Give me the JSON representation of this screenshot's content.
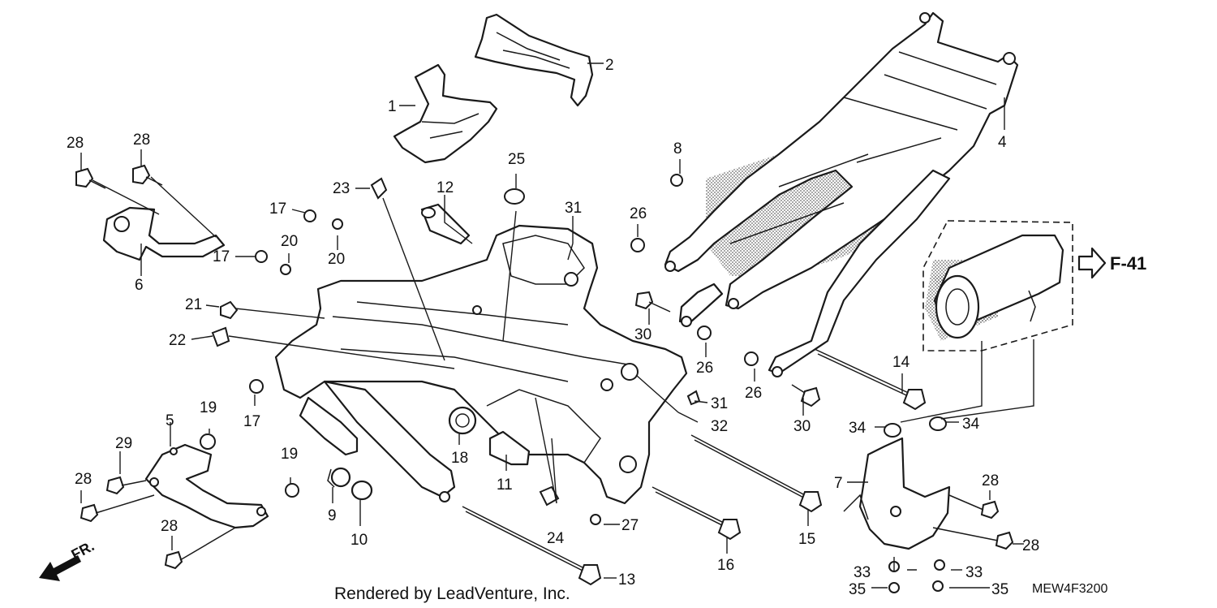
{
  "callouts": [
    {
      "id": "c1",
      "label": "1"
    },
    {
      "id": "c2",
      "label": "2"
    },
    {
      "id": "c4",
      "label": "4"
    },
    {
      "id": "c5",
      "label": "5"
    },
    {
      "id": "c6",
      "label": "6"
    },
    {
      "id": "c7",
      "label": "7"
    },
    {
      "id": "c8",
      "label": "8"
    },
    {
      "id": "c9",
      "label": "9"
    },
    {
      "id": "c10",
      "label": "10"
    },
    {
      "id": "c11",
      "label": "11"
    },
    {
      "id": "c12",
      "label": "12"
    },
    {
      "id": "c13",
      "label": "13"
    },
    {
      "id": "c14",
      "label": "14"
    },
    {
      "id": "c15",
      "label": "15"
    },
    {
      "id": "c16",
      "label": "16"
    },
    {
      "id": "c17a",
      "label": "17"
    },
    {
      "id": "c17b",
      "label": "17"
    },
    {
      "id": "c17c",
      "label": "17"
    },
    {
      "id": "c18",
      "label": "18"
    },
    {
      "id": "c19a",
      "label": "19"
    },
    {
      "id": "c19b",
      "label": "19"
    },
    {
      "id": "c20a",
      "label": "20"
    },
    {
      "id": "c20b",
      "label": "20"
    },
    {
      "id": "c21",
      "label": "21"
    },
    {
      "id": "c22",
      "label": "22"
    },
    {
      "id": "c23",
      "label": "23"
    },
    {
      "id": "c24",
      "label": "24"
    },
    {
      "id": "c25",
      "label": "25"
    },
    {
      "id": "c26a",
      "label": "26"
    },
    {
      "id": "c26b",
      "label": "26"
    },
    {
      "id": "c26c",
      "label": "26"
    },
    {
      "id": "c27",
      "label": "27"
    },
    {
      "id": "c28a",
      "label": "28"
    },
    {
      "id": "c28b",
      "label": "28"
    },
    {
      "id": "c28c",
      "label": "28"
    },
    {
      "id": "c28d",
      "label": "28"
    },
    {
      "id": "c28e",
      "label": "28"
    },
    {
      "id": "c28f",
      "label": "28"
    },
    {
      "id": "c29",
      "label": "29"
    },
    {
      "id": "c30a",
      "label": "30"
    },
    {
      "id": "c30b",
      "label": "30"
    },
    {
      "id": "c31a",
      "label": "31"
    },
    {
      "id": "c31b",
      "label": "31"
    },
    {
      "id": "c32",
      "label": "32"
    },
    {
      "id": "c33a",
      "label": "33"
    },
    {
      "id": "c33b",
      "label": "33"
    },
    {
      "id": "c34a",
      "label": "34"
    },
    {
      "id": "c34b",
      "label": "34"
    },
    {
      "id": "c35a",
      "label": "35"
    },
    {
      "id": "c35b",
      "label": "35"
    }
  ],
  "reference": "F-41",
  "front_indicator": "FR.",
  "credit": "Rendered by LeadVenture, Inc.",
  "diagram_code": "MEW4F3200"
}
